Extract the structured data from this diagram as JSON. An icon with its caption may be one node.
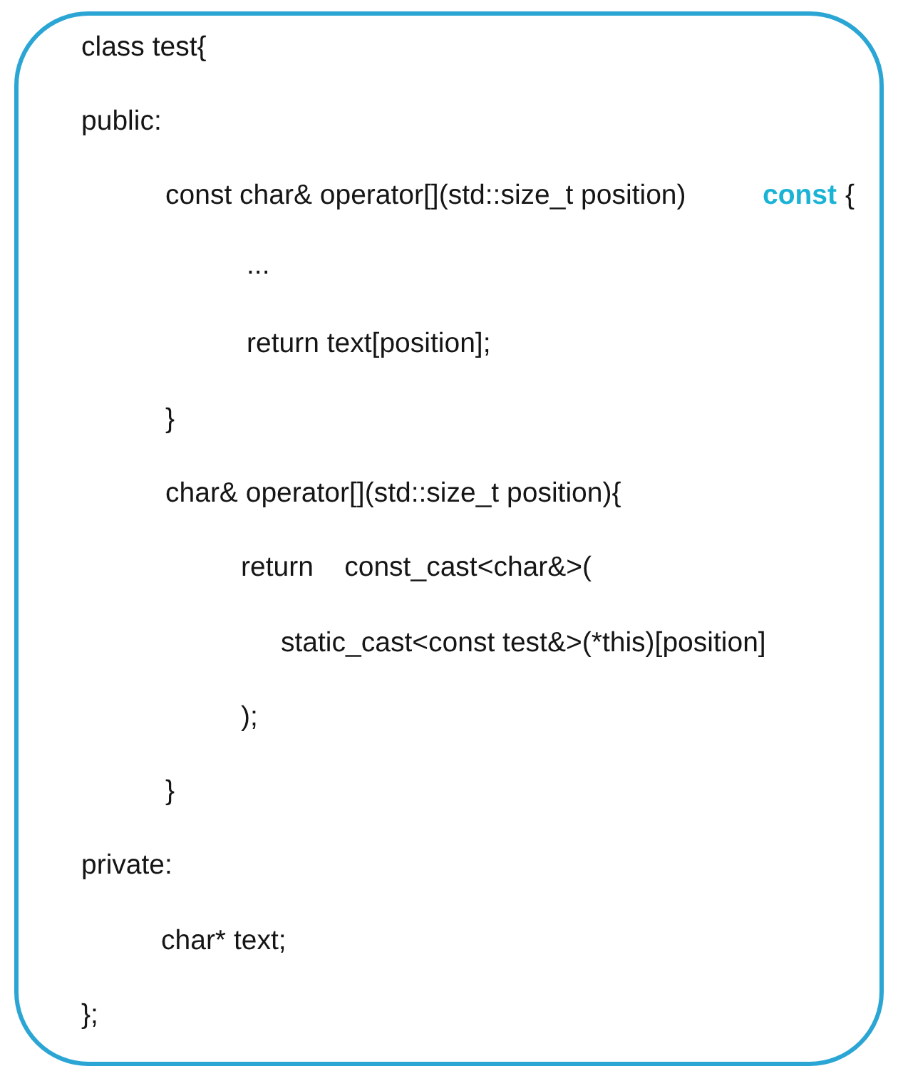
{
  "diagram": {
    "nodes": [
      {
        "text": [
          "class test{",
          "public:",
          "const char& operator[](std::size_t position)",
          "const",
          "{",
          "...",
          "return text[position];",
          "}",
          "char& operator[](std::size_t position){",
          "return    const_cast<char&>(",
          "static_cast<const test&>(*this)[position]",
          ");",
          "}",
          "private:",
          "char* text;",
          "};"
        ]
      }
    ]
  }
}
